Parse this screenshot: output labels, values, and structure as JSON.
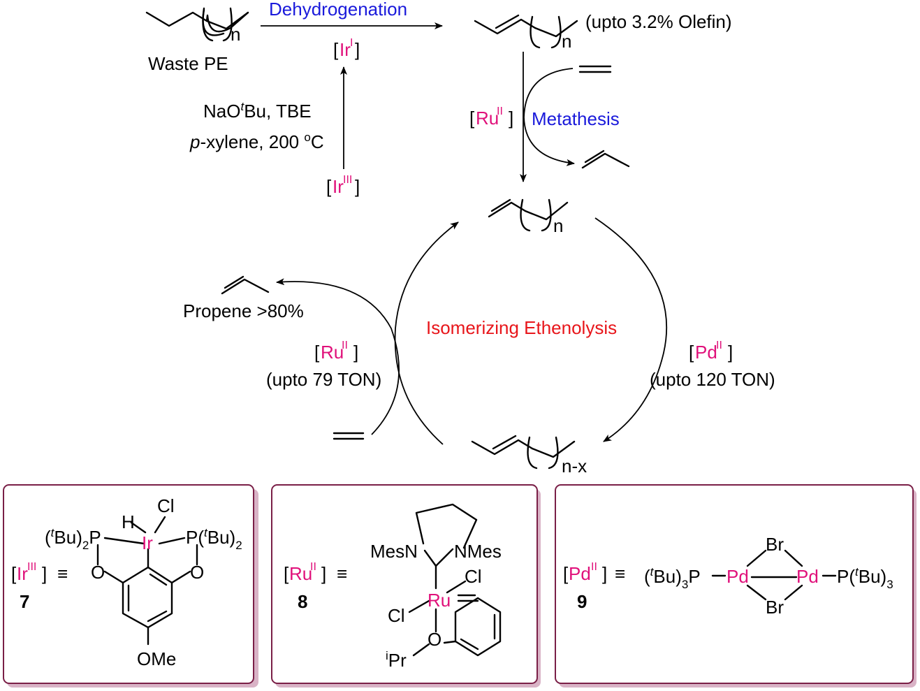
{
  "top": {
    "dehydrogenation": "Dehydrogenation",
    "waste_pe": "Waste PE",
    "n": "n",
    "olefin_note": "(upto 3.2% Olefin)",
    "ir_i_base": "Ir",
    "ir_i_sup": "I",
    "ir_iii_base": "Ir",
    "ir_iii_sup": "III",
    "cond1_a": "NaO",
    "cond1_t": "t",
    "cond1_b": "Bu, TBE",
    "cond2_p": "p",
    "cond2_rest": "-xylene, 200 ",
    "cond2_o": "o",
    "cond2_c": "C",
    "metathesis": "Metathesis",
    "ru_base": "Ru",
    "ru_sup": "II"
  },
  "cycle": {
    "title": "Isomerizing Ethenolysis",
    "propene": "Propene >80%",
    "ru_base": "Ru",
    "ru_sup": "II",
    "ru_ton": "(upto 79 TON)",
    "pd_base": "Pd",
    "pd_sup": "II",
    "pd_ton": "(upto 120 TON)",
    "n": "n",
    "nx": "n-x"
  },
  "box7": {
    "cat_base": "Ir",
    "cat_sup": "III",
    "equiv": "≡",
    "number": "7",
    "H": "H",
    "Cl": "Cl",
    "Ir": "Ir",
    "P_left_a": "(",
    "P_left_t": "t",
    "P_left_b": "Bu)",
    "P_left_2": "2",
    "P_left_P": "P",
    "P_right_P": "P(",
    "P_right_t": "t",
    "P_right_b": "Bu)",
    "P_right_2": "2",
    "O": "O",
    "OMe": "OMe"
  },
  "box8": {
    "cat_base": "Ru",
    "cat_sup": "II",
    "equiv": "≡",
    "number": "8",
    "MesN": "MesN",
    "NMes": "NMes",
    "Cl": "Cl",
    "Ru": "Ru",
    "O": "O",
    "iPr_i": "i",
    "iPr": "Pr"
  },
  "box9": {
    "cat_base": "Pd",
    "cat_sup": "II",
    "equiv": "≡",
    "number": "9",
    "left_a": "(",
    "left_t": "t",
    "left_b": "Bu)",
    "left_3": "3",
    "left_P": "P",
    "Pd": "Pd",
    "Br": "Br",
    "right_a": "P(",
    "right_t": "t",
    "right_b": "Bu)",
    "right_3": "3"
  },
  "colors": {
    "blue": "#1a1adb",
    "red": "#e8161b",
    "magenta": "#e0107a",
    "box_border": "#7a1f47"
  }
}
